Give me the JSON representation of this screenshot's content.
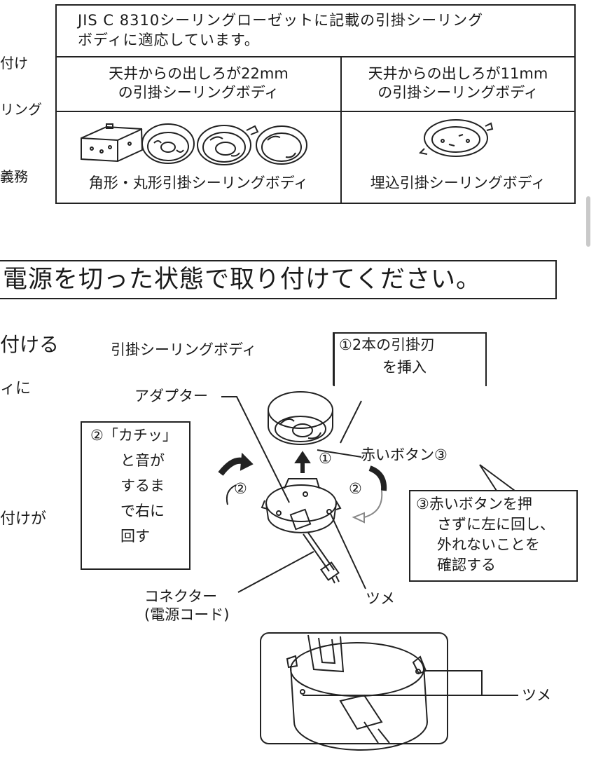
{
  "left_fragments": [
    "付け",
    "リング",
    "義務",
    "付ける",
    "ィに",
    "付けが"
  ],
  "table": {
    "header": [
      "JIS C 8310シーリングローゼットに記載の引掛シーリング",
      "ボディに適応しています。"
    ],
    "col1_header": [
      "天井からの出しろが22mm",
      "の引掛シーリングボディ"
    ],
    "col2_header": [
      "天井からの出しろが11mm",
      "の引掛シーリングボディ"
    ],
    "col1_label": "角形・丸形引掛シーリングボディ",
    "col2_label": "埋込引掛シーリングボディ"
  },
  "heading": "電源を切った状態で取り付けてください。",
  "diagram": {
    "label_ceiling_body": "引掛シーリングボディ",
    "label_adapter": "アダプター",
    "callout1": [
      "①2本の引掛刃",
      "を挿入"
    ],
    "step1_mark": "①",
    "label_red_button": "赤いボタン③",
    "callout2": [
      "②「カチッ」",
      "と音が",
      "するま",
      "で右に",
      "回す"
    ],
    "step2_mark": "②",
    "callout3": [
      "③赤いボタンを押",
      "さずに左に回し、",
      "外れないことを",
      "確認する"
    ],
    "label_connector": [
      "コネクター",
      "(電源コード)"
    ],
    "label_tab": "ツメ",
    "label_tab2": "ツメ"
  }
}
